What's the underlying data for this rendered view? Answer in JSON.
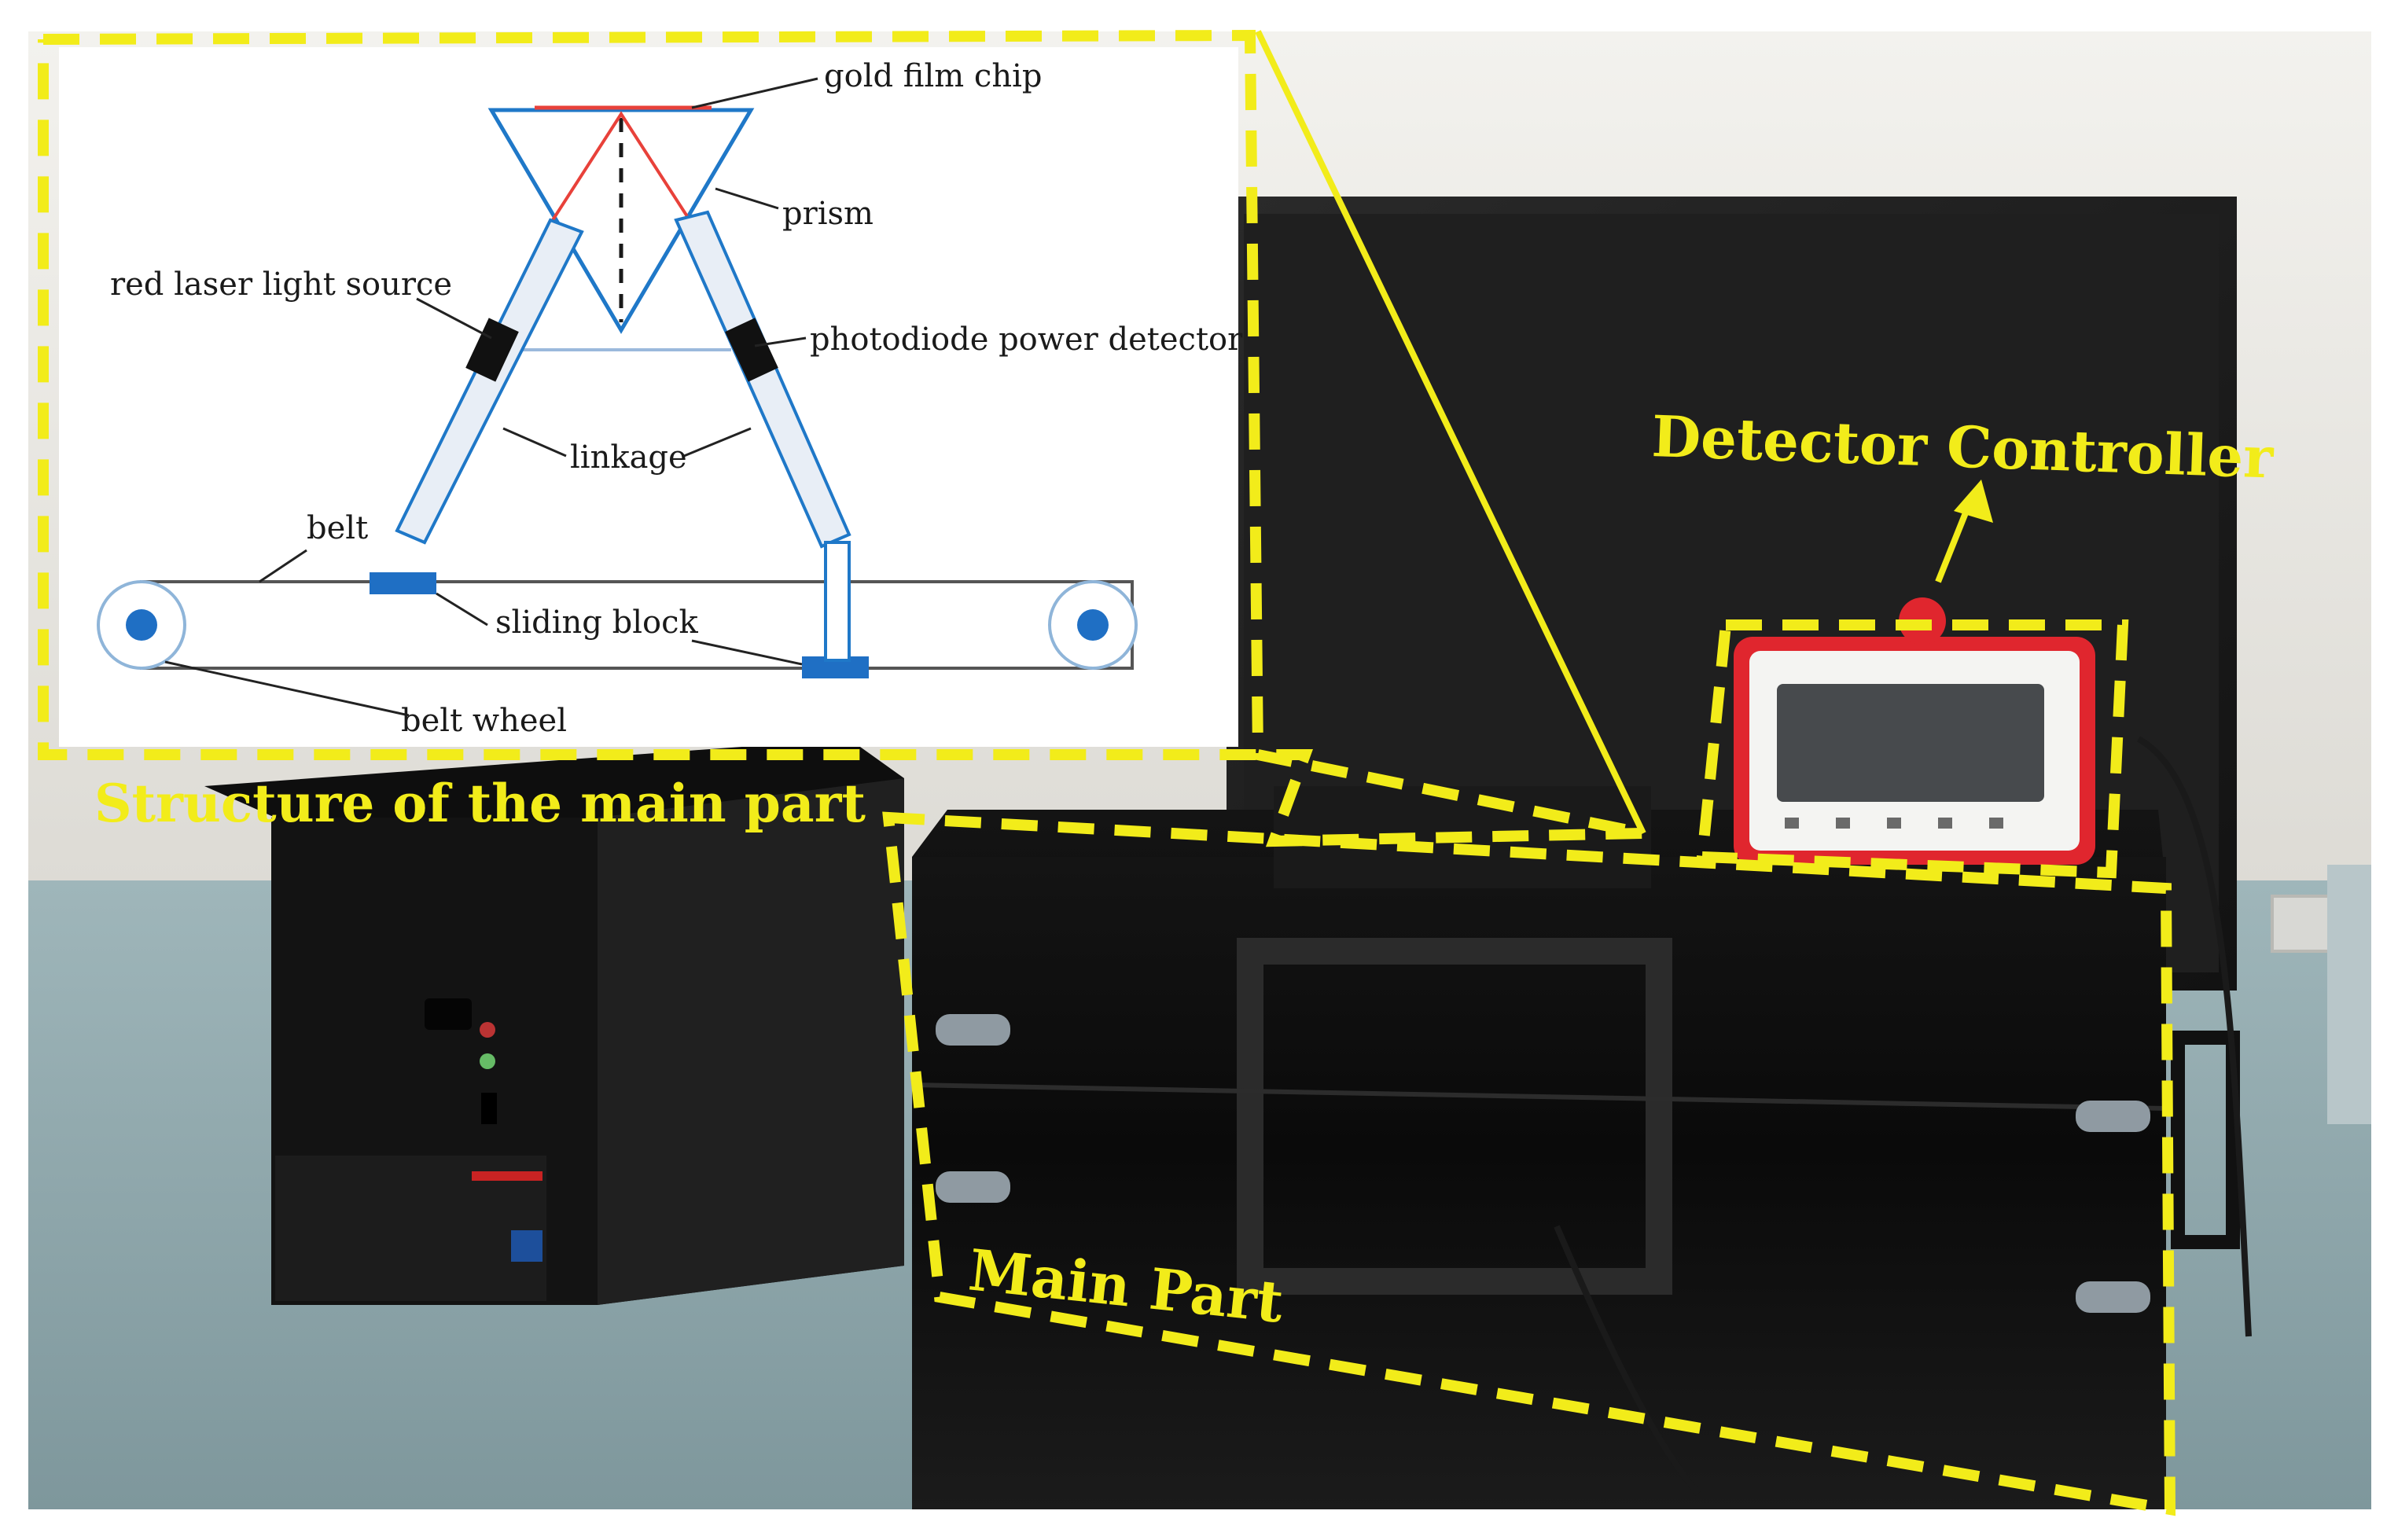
{
  "scene": {
    "description_labels": {
      "structure_caption": "Structure of the main part",
      "detector_controller": "Detector Controller",
      "main_part": "Main Part"
    },
    "inset": {
      "labels": {
        "gold_film_chip": "gold film chip",
        "prism": "prism",
        "red_laser": "red laser light source",
        "photodiode": "photodiode power detector",
        "linkage": "linkage",
        "belt": "belt",
        "sliding_block": "sliding block",
        "belt_wheel": "belt wheel"
      }
    },
    "colors": {
      "highlight_yellow": "#f2ec1a",
      "prism_blue": "#1f78c8",
      "laser_red": "#e8413a",
      "device_red": "#e0262e",
      "table": "#8fa9ae",
      "wall": "#e8e6e1"
    }
  }
}
